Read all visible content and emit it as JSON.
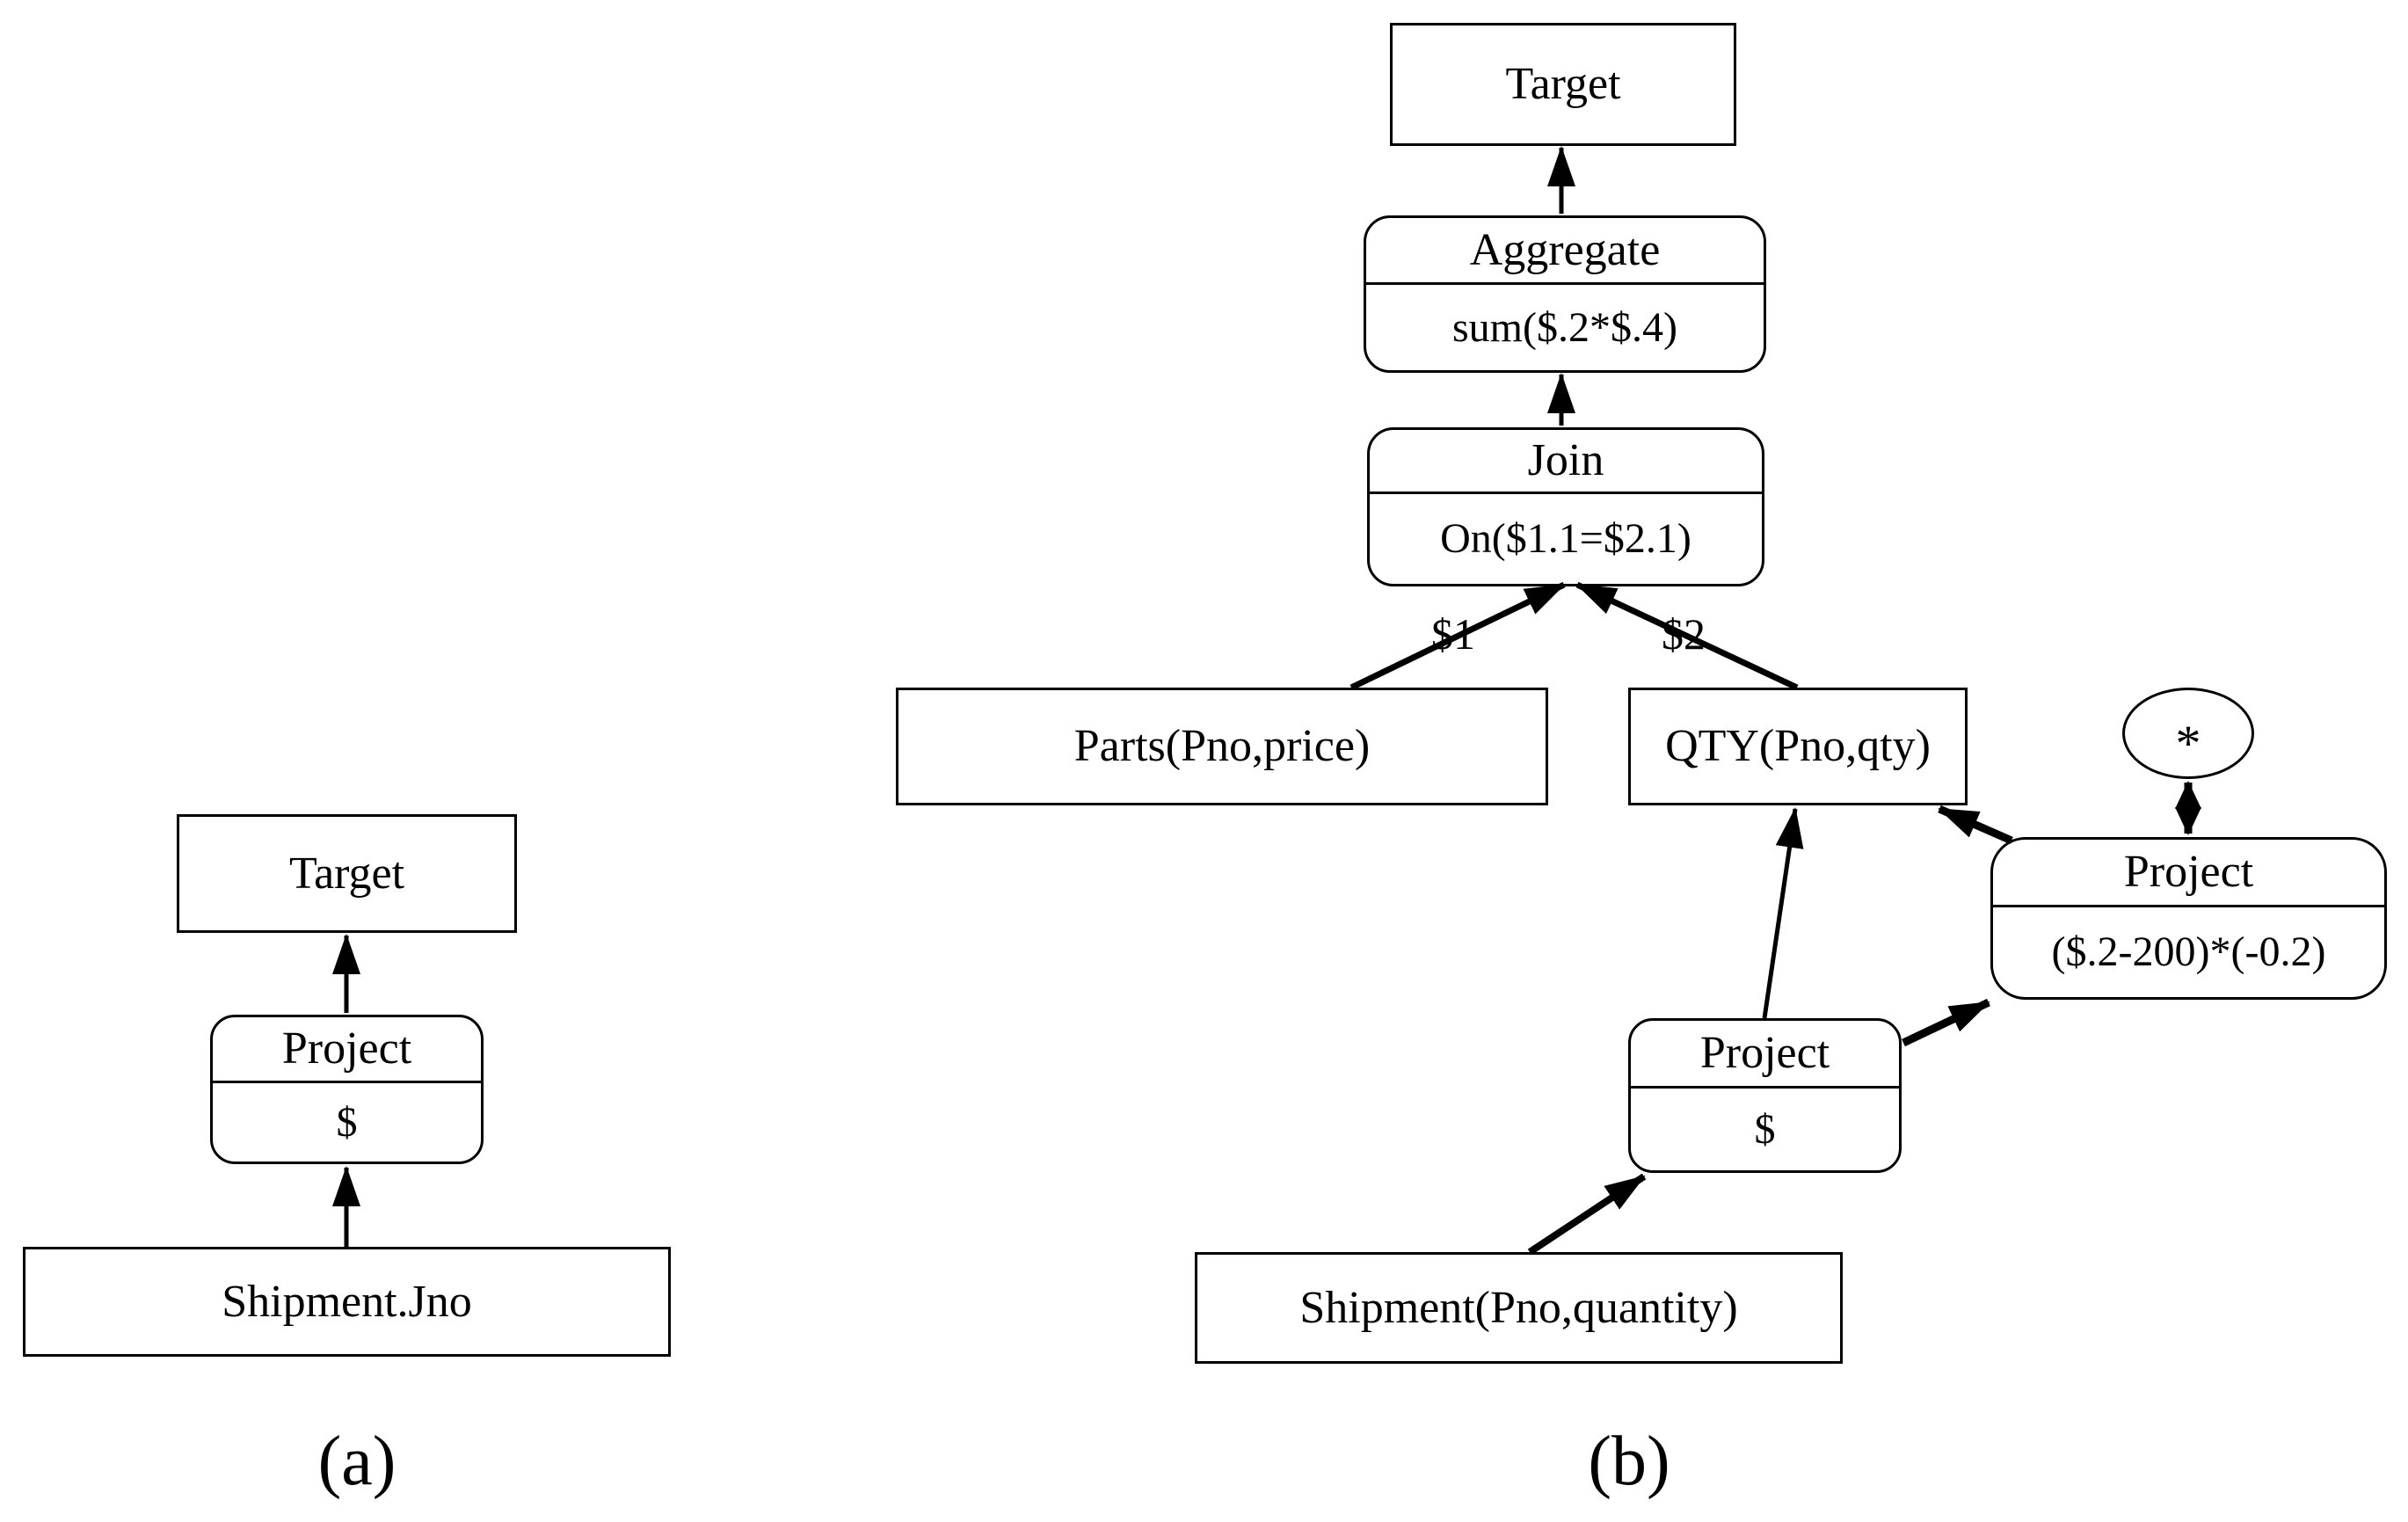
{
  "colors": {
    "line": "#000000",
    "background": "#ffffff"
  },
  "caption_a": "(a)",
  "caption_b": "(b)",
  "a": {
    "target": "Target",
    "project": {
      "title": "Project",
      "expr": "$"
    },
    "source": "Shipment.Jno"
  },
  "b": {
    "target": "Target",
    "aggregate": {
      "title": "Aggregate",
      "expr": "sum($.2*$.4)"
    },
    "join": {
      "title": "Join",
      "expr": "On($1.1=$2.1)"
    },
    "edge_label_left": "$1",
    "edge_label_right": "$2",
    "parts": "Parts(Pno,price)",
    "qty": "QTY(Pno,qty)",
    "star": "*",
    "project_right": {
      "title": "Project",
      "expr": "($.2-200)*(-0.2)"
    },
    "project_mid": {
      "title": "Project",
      "expr": "$"
    },
    "shipment": "Shipment(Pno,quantity)"
  }
}
